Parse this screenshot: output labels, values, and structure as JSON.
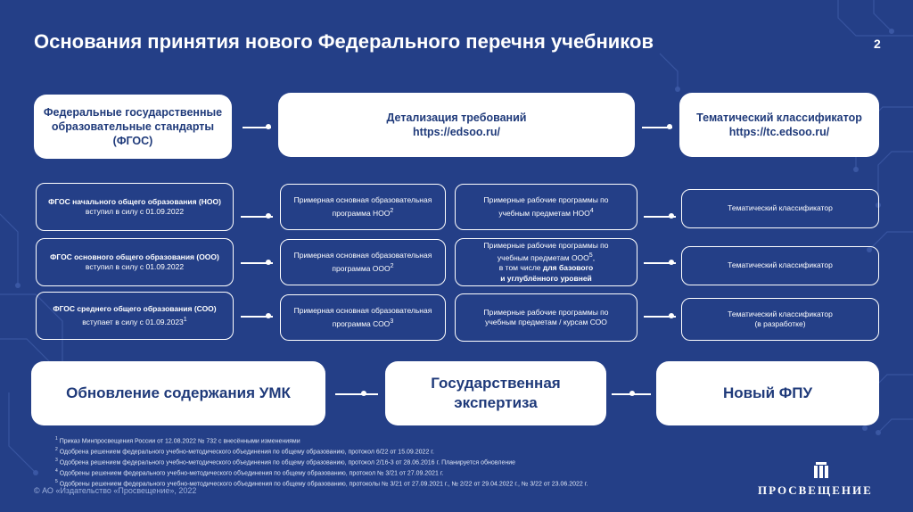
{
  "header": {
    "title": "Основания принятия нового Федерального перечня учебников",
    "page_number": "2"
  },
  "top_row": {
    "fgos": [
      "Федеральные государственные",
      "образовательные стандарты",
      "(ФГОС)"
    ],
    "details": [
      "Детализация требований",
      "https://edsoo.ru/"
    ],
    "classifier": [
      "Тематический классификатор",
      "https://tc.edsoo.ru/"
    ]
  },
  "rows": [
    {
      "standard": {
        "title": "ФГОС начального общего образования (НОО)",
        "date": "вступил в силу с 01.09.2022",
        "sup": ""
      },
      "program": {
        "line1": "Примерная основная образовательная",
        "line2": "программа НОО",
        "sup": "2"
      },
      "work_program": {
        "line1": "Примерные рабочие программы по",
        "line2": "учебным предметам НОО",
        "sup": "4"
      },
      "classifier": {
        "line1": "Тематический классификатор",
        "line2": ""
      }
    },
    {
      "standard": {
        "title": "ФГОС основного общего образования (ООО)",
        "date": "вступил в силу с 01.09.2022",
        "sup": ""
      },
      "program": {
        "line1": "Примерная основная образовательная",
        "line2": "программа ООО",
        "sup": "2"
      },
      "work_program": {
        "line1": "Примерные рабочие программы по",
        "line2": "учебным предметам ООО",
        "sup": "5",
        "line3a": "в том числе ",
        "line3b": "для базового",
        "line4": "и углублённого уровней"
      },
      "classifier": {
        "line1": "Тематический классификатор",
        "line2": ""
      }
    },
    {
      "standard": {
        "title": "ФГОС среднего общего образования (СОО)",
        "date": "вступает в силу  с 01.09.2023",
        "sup": "1"
      },
      "program": {
        "line1": "Примерная основная образовательная",
        "line2": "программа СОО",
        "sup": "3"
      },
      "work_program": {
        "line1": "Примерные рабочие программы по",
        "line2": "учебным предметам / курсам СОО",
        "sup": ""
      },
      "classifier": {
        "line1": "Тематический классификатор",
        "line2": "(в разработке)"
      }
    }
  ],
  "bottom_row": {
    "umk": "Обновление содержания УМК",
    "expertise": [
      "Государственная",
      "экспертиза"
    ],
    "fpu": "Новый ФПУ"
  },
  "footnotes": [
    {
      "num": "1",
      "text": "Приказ  Минпросвещения России от 12.08.2022 № 732 с внесёнными изменениями"
    },
    {
      "num": "2",
      "text": "Одобрена решением федерального учебно-методического объединения по общему образованию, протокол 6/22 от 15.09.2022 г."
    },
    {
      "num": "3",
      "text": "Одобрена решением федерального учебно-методического объединения по общему образованию, протокол 2/16-3 от 28.06.2016 г. Планируется обновление"
    },
    {
      "num": "4",
      "text": "Одобрены решением федерального учебно-методического объединения по общему образованию, протокол № 3/21 от 27.09.2021 г."
    },
    {
      "num": "5",
      "text": "Одобрены решением федерального учебно-методического объединения по общему образованию, протоколы № 3/21 от 27.09.2021 г., № 2/22 от 29.04.2022 г.,  № 3/22 от 23.06.2022 г."
    }
  ],
  "footer": {
    "copyright": "© АО «Издательство «Просвещение», 2022",
    "logo_text": "ПРОСВЕЩЕНИЕ"
  },
  "colors": {
    "background": "#243f87",
    "card": "#ffffff",
    "text_dark": "#1f3a7a"
  },
  "icons": {
    "logo": "prosveshchenie-logo-icon"
  }
}
